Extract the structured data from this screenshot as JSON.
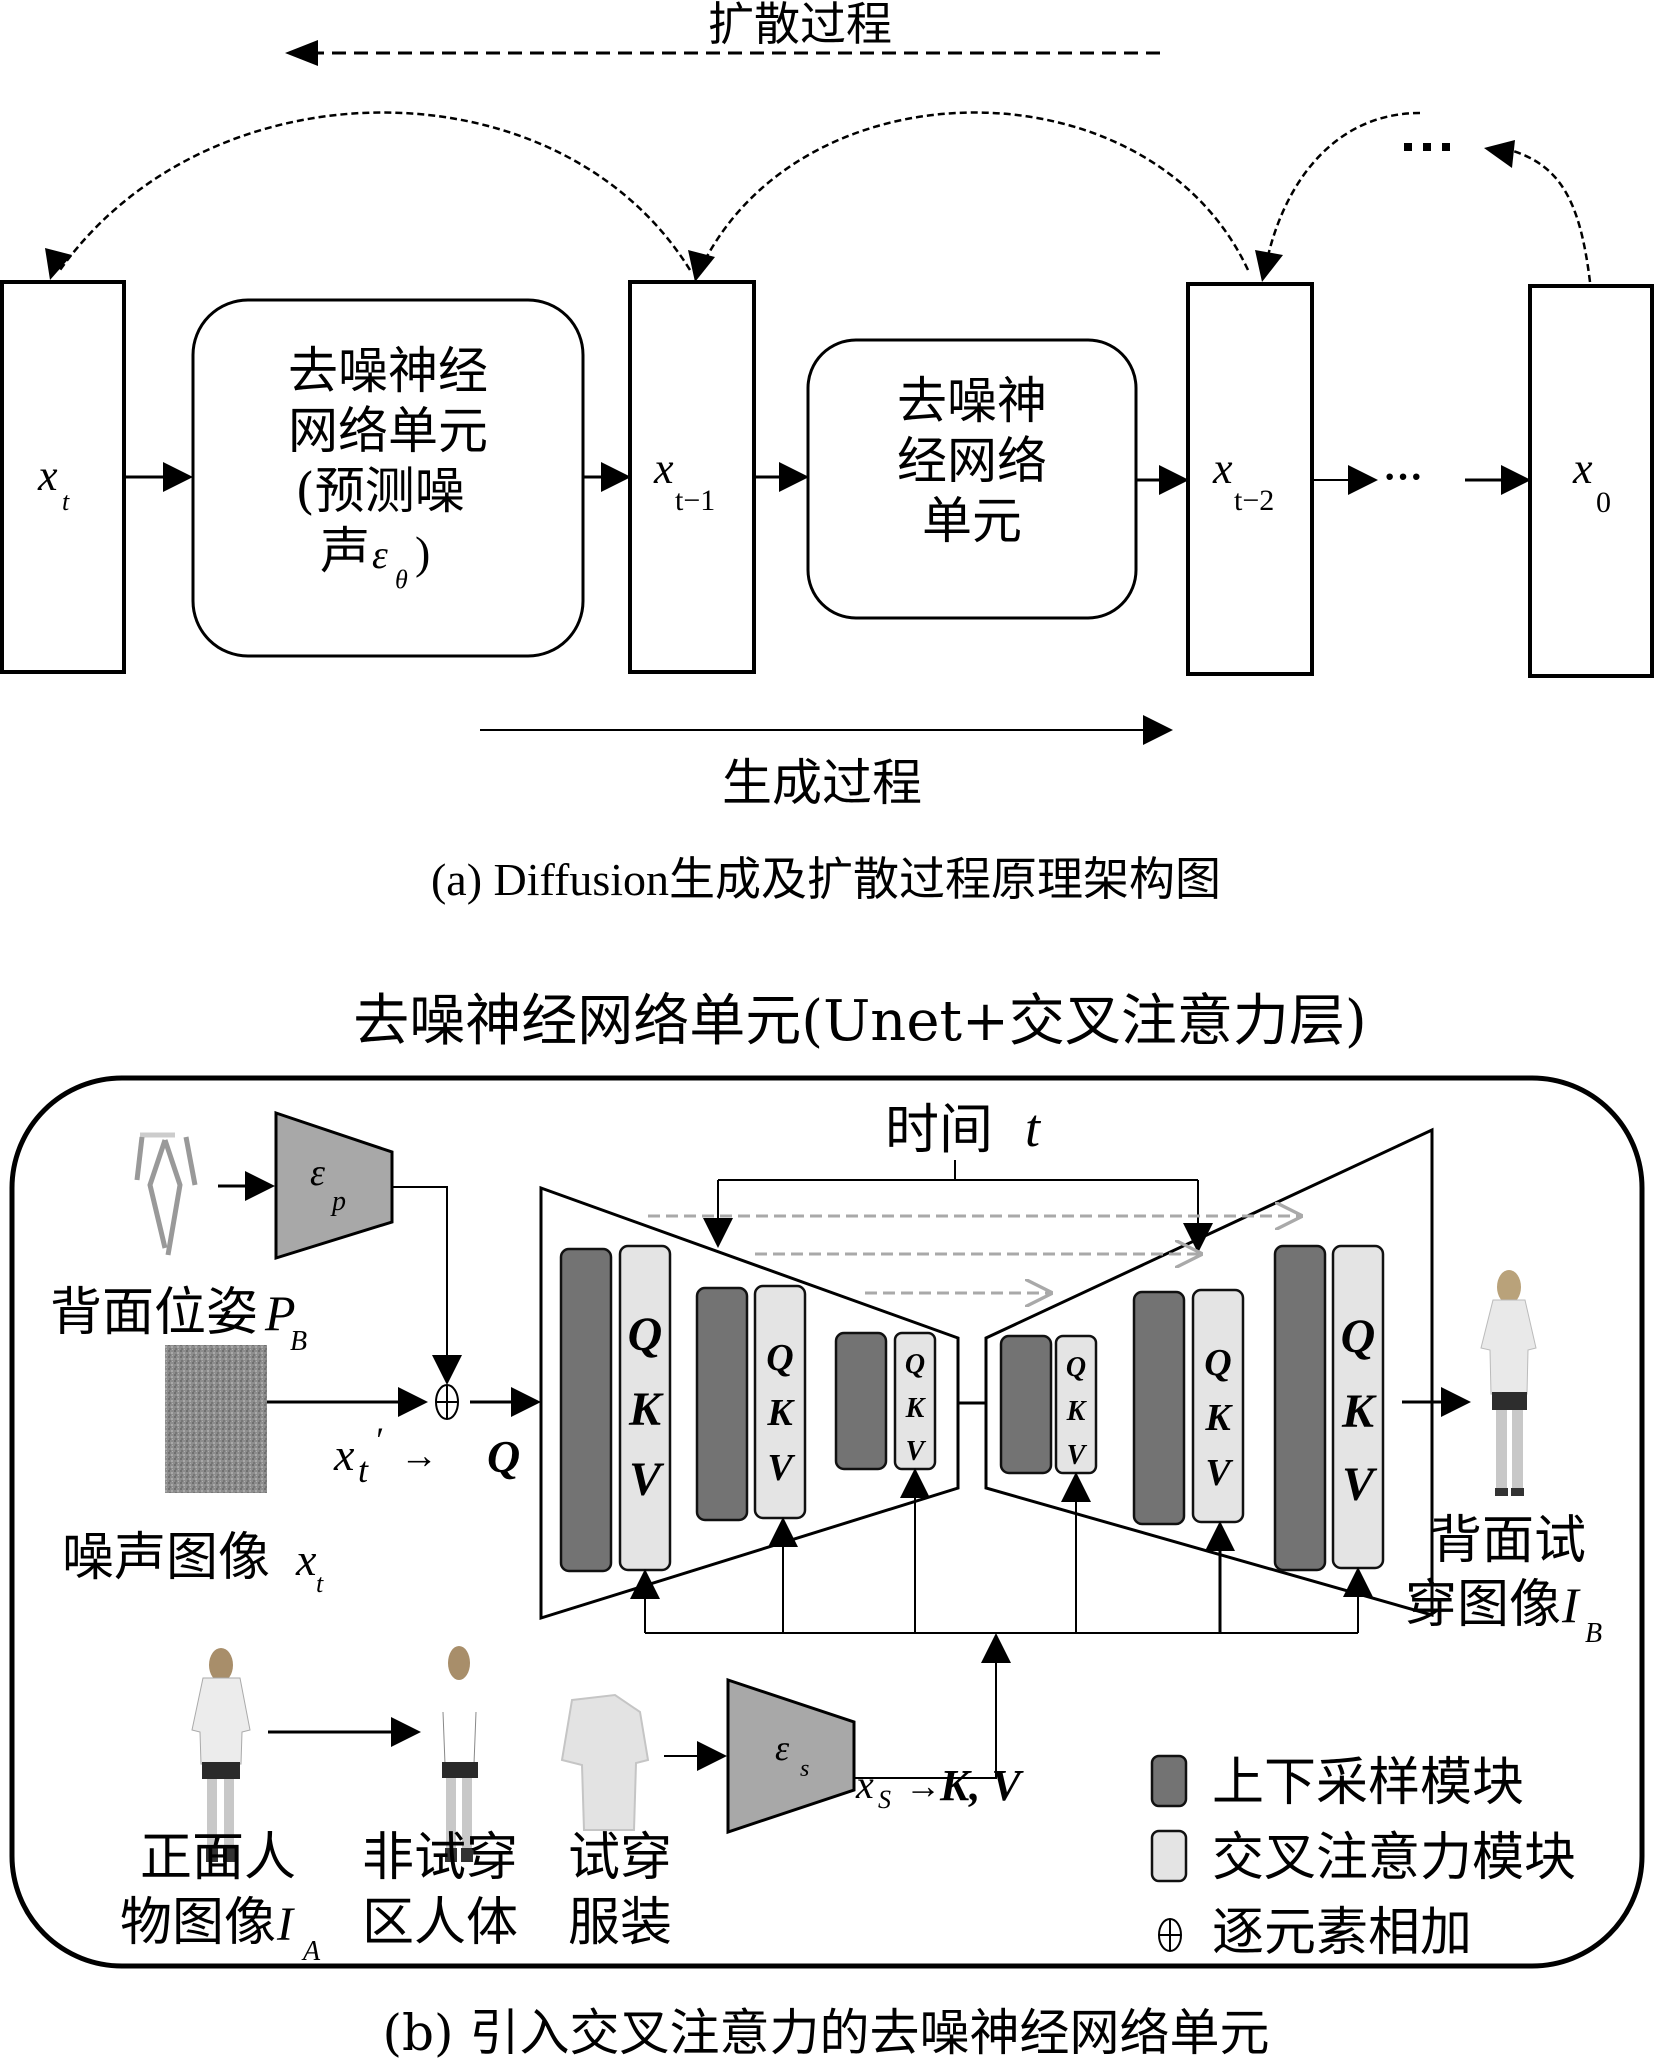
{
  "part_a": {
    "diffusion_label": "扩散过程",
    "generation_label": "生成过程",
    "caption": "(a)  Diffusion生成及扩散过程原理架构图",
    "states": [
      {
        "var": "x",
        "sub": "t"
      },
      {
        "var": "x",
        "sub": "t−1"
      },
      {
        "var": "x",
        "sub": "t−2"
      },
      {
        "var": "x",
        "sub": "0"
      }
    ],
    "ellipsis": "···",
    "denoise_unit_1": {
      "lines": [
        "去噪神经",
        "网络单元",
        "(预测噪"
      ],
      "last_line_text": "声",
      "last_line_symbol": "ε",
      "last_line_sub": "θ",
      "last_line_close": ")"
    },
    "denoise_unit_2": {
      "lines": [
        "去噪神",
        "经网络",
        "单元"
      ]
    }
  },
  "part_b": {
    "title": "去噪神经网络单元(Unet+交叉注意力层)",
    "time_label": "时间",
    "time_var": "t",
    "pose_label": "背面位姿",
    "pose_var": "P",
    "pose_sub": "B",
    "pose_encoder": {
      "symbol": "ε",
      "sub": "p"
    },
    "noise_label": "噪声图像",
    "noise_var": "x",
    "noise_sub": "t",
    "xt_prime_label": {
      "var": "x",
      "sub": "t",
      "prime": "′",
      "arrow": "→",
      "target": "Q"
    },
    "qkv": [
      "Q",
      "K",
      "V"
    ],
    "output_label_line1": "背面试",
    "output_label_line2": "穿图像",
    "output_var": "I",
    "output_sub": "B",
    "front_person_line1": "正面人",
    "front_person_line2": "物图像",
    "front_person_var": "I",
    "front_person_sub": "A",
    "non_tryon_line1": "非试穿",
    "non_tryon_line2": "区人体",
    "garment_line1": "试穿",
    "garment_line2": "服装",
    "garment_encoder": {
      "symbol": "ε",
      "sub": "s"
    },
    "xs_label": {
      "var": "x",
      "sub": "S",
      "arrow": "→",
      "target": "K, V"
    },
    "legend": [
      {
        "label": "上下采样模块",
        "swatch": "dark"
      },
      {
        "label": "交叉注意力模块",
        "swatch": "light"
      },
      {
        "label": "逐元素相加",
        "swatch": "plus"
      }
    ],
    "caption": "(b) 引入交叉注意力的去噪神经网络单元"
  },
  "colors": {
    "down_up_block": "#737373",
    "attention_block": "#e4e4e4",
    "encoder_fill": "#a8a8a8",
    "skip_connection": "#a9a9a9"
  }
}
